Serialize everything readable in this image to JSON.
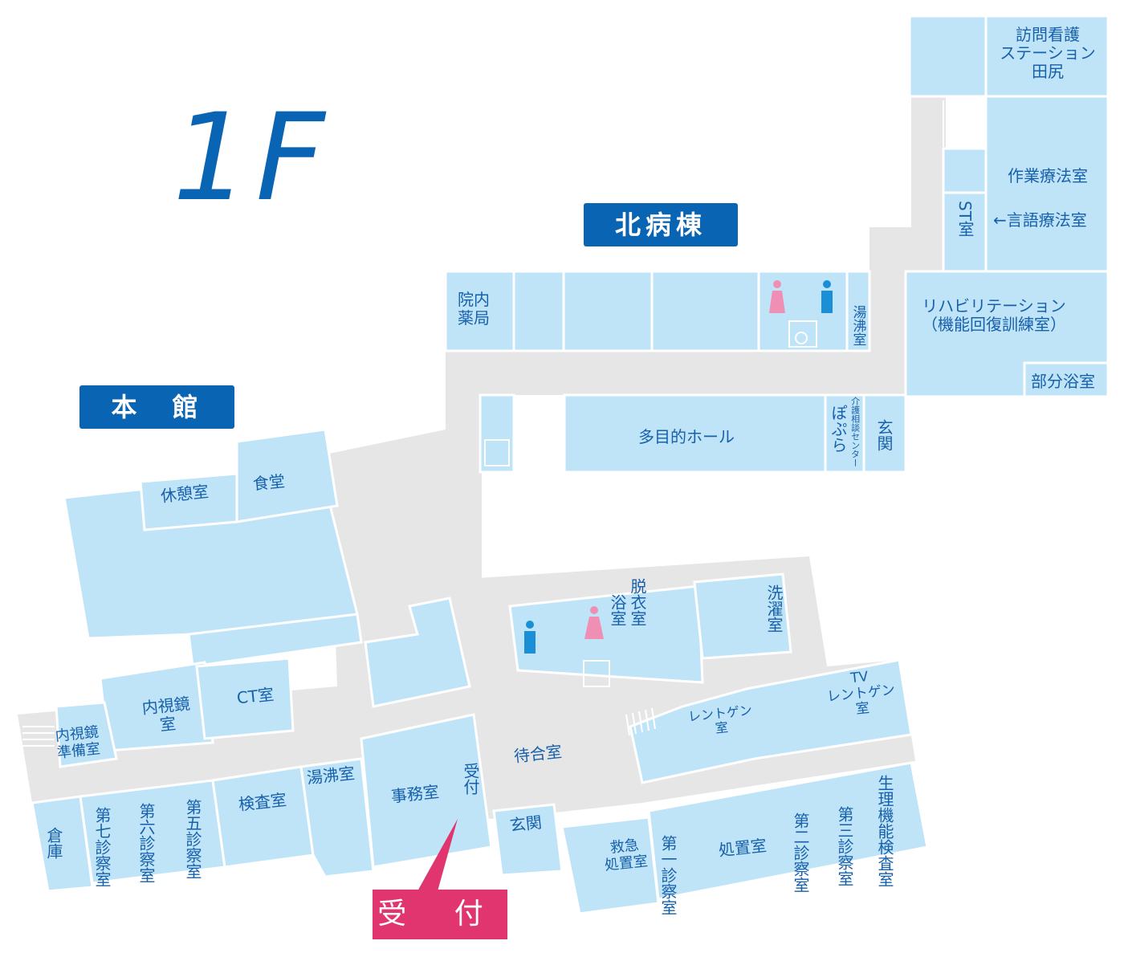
{
  "floor_label": "1F",
  "buildings": {
    "north": "北病棟",
    "main": "本　館"
  },
  "reception_callout": "受 付",
  "colors": {
    "room": "#bfe4f8",
    "corridor": "#e6e6e6",
    "text": "#1760ab",
    "badge": "#0a64b4",
    "reception": "#e0356e",
    "female": "#f08fb4",
    "male": "#1a8fd6"
  },
  "rooms": {
    "visiting_nurse": "訪問看護\nステーション\n田尻",
    "occupational_therapy": "作業療法室",
    "st_room": "ST室",
    "speech_therapy": "←言語療法室",
    "rehab": "リハビリテーション\n（機能回復訓練室）",
    "partial_bath": "部分浴室",
    "pharmacy": "院内\n薬局",
    "hot_water_north": "湯沸室",
    "multipurpose_hall": "多目的ホール",
    "care_center": "介護相談センター",
    "popura": "ぽぷら",
    "entrance_north": "玄関",
    "rest_room": "休憩室",
    "cafeteria": "食堂",
    "bath": "浴室",
    "dressing": "脱衣室",
    "laundry": "洗濯室",
    "endoscopy": "内視鏡\n室",
    "ct": "CT室",
    "endoscopy_prep": "内視鏡\n準備室",
    "xray": "レントゲン\n室",
    "tv_xray": "TV\nレントゲン\n室",
    "waiting": "待合室",
    "storage": "倉庫",
    "exam7": "第七診察室",
    "exam6": "第六診察室",
    "exam5": "第五診察室",
    "lab": "検査室",
    "hot_water_main": "湯沸室",
    "office": "事務室",
    "reception": "受付",
    "entrance_main": "玄関",
    "emergency": "救急\n処置室",
    "exam1": "第一診察室",
    "treatment": "処置室",
    "exam2": "第二診察室",
    "exam3": "第三診察室",
    "physiology": "生理機能検査室"
  },
  "icons": [
    "female-toilet-icon",
    "male-toilet-icon",
    "wheelchair-icon",
    "elevator-icon",
    "stairs-icon"
  ]
}
